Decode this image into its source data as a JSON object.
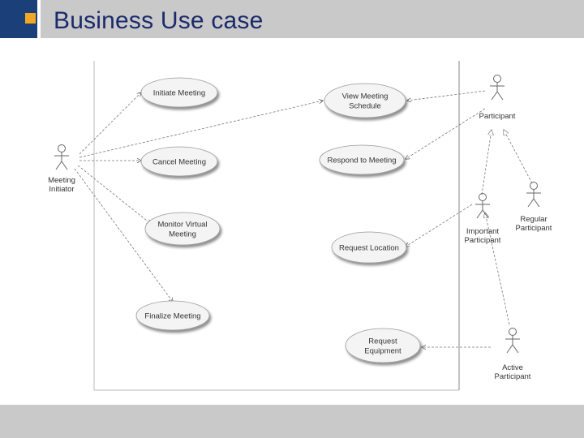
{
  "header": {
    "title": "Business Use case"
  },
  "colors": {
    "header_bg": "#c9c9c9",
    "logo_blue": "#1b3f78",
    "logo_orange": "#f0a823",
    "title_color": "#1b2a6b"
  },
  "diagram": {
    "actors": [
      {
        "id": "meeting-initiator",
        "lines": [
          "Meeting",
          "Initiator"
        ]
      },
      {
        "id": "participant",
        "lines": [
          "Participant"
        ]
      },
      {
        "id": "important-participant",
        "lines": [
          "Important",
          "Participant"
        ]
      },
      {
        "id": "regular-participant",
        "lines": [
          "Regular",
          "Participant"
        ]
      },
      {
        "id": "active-participant",
        "lines": [
          "Active",
          "Participant"
        ]
      }
    ],
    "use_cases": [
      {
        "id": "initiate-meeting",
        "lines": [
          "Initiate Meeting"
        ]
      },
      {
        "id": "cancel-meeting",
        "lines": [
          "Cancel Meeting"
        ]
      },
      {
        "id": "monitor-virtual-meeting",
        "lines": [
          "Monitor Virtual",
          "Meeting"
        ]
      },
      {
        "id": "finalize-meeting",
        "lines": [
          "Finalize Meeting"
        ]
      },
      {
        "id": "view-meeting-schedule",
        "lines": [
          "View Meeting",
          "Schedule"
        ]
      },
      {
        "id": "respond-to-meeting",
        "lines": [
          "Respond to Meeting"
        ]
      },
      {
        "id": "request-location",
        "lines": [
          "Request Location"
        ]
      },
      {
        "id": "request-equipment",
        "lines": [
          "Request",
          "Equipment"
        ]
      }
    ]
  }
}
